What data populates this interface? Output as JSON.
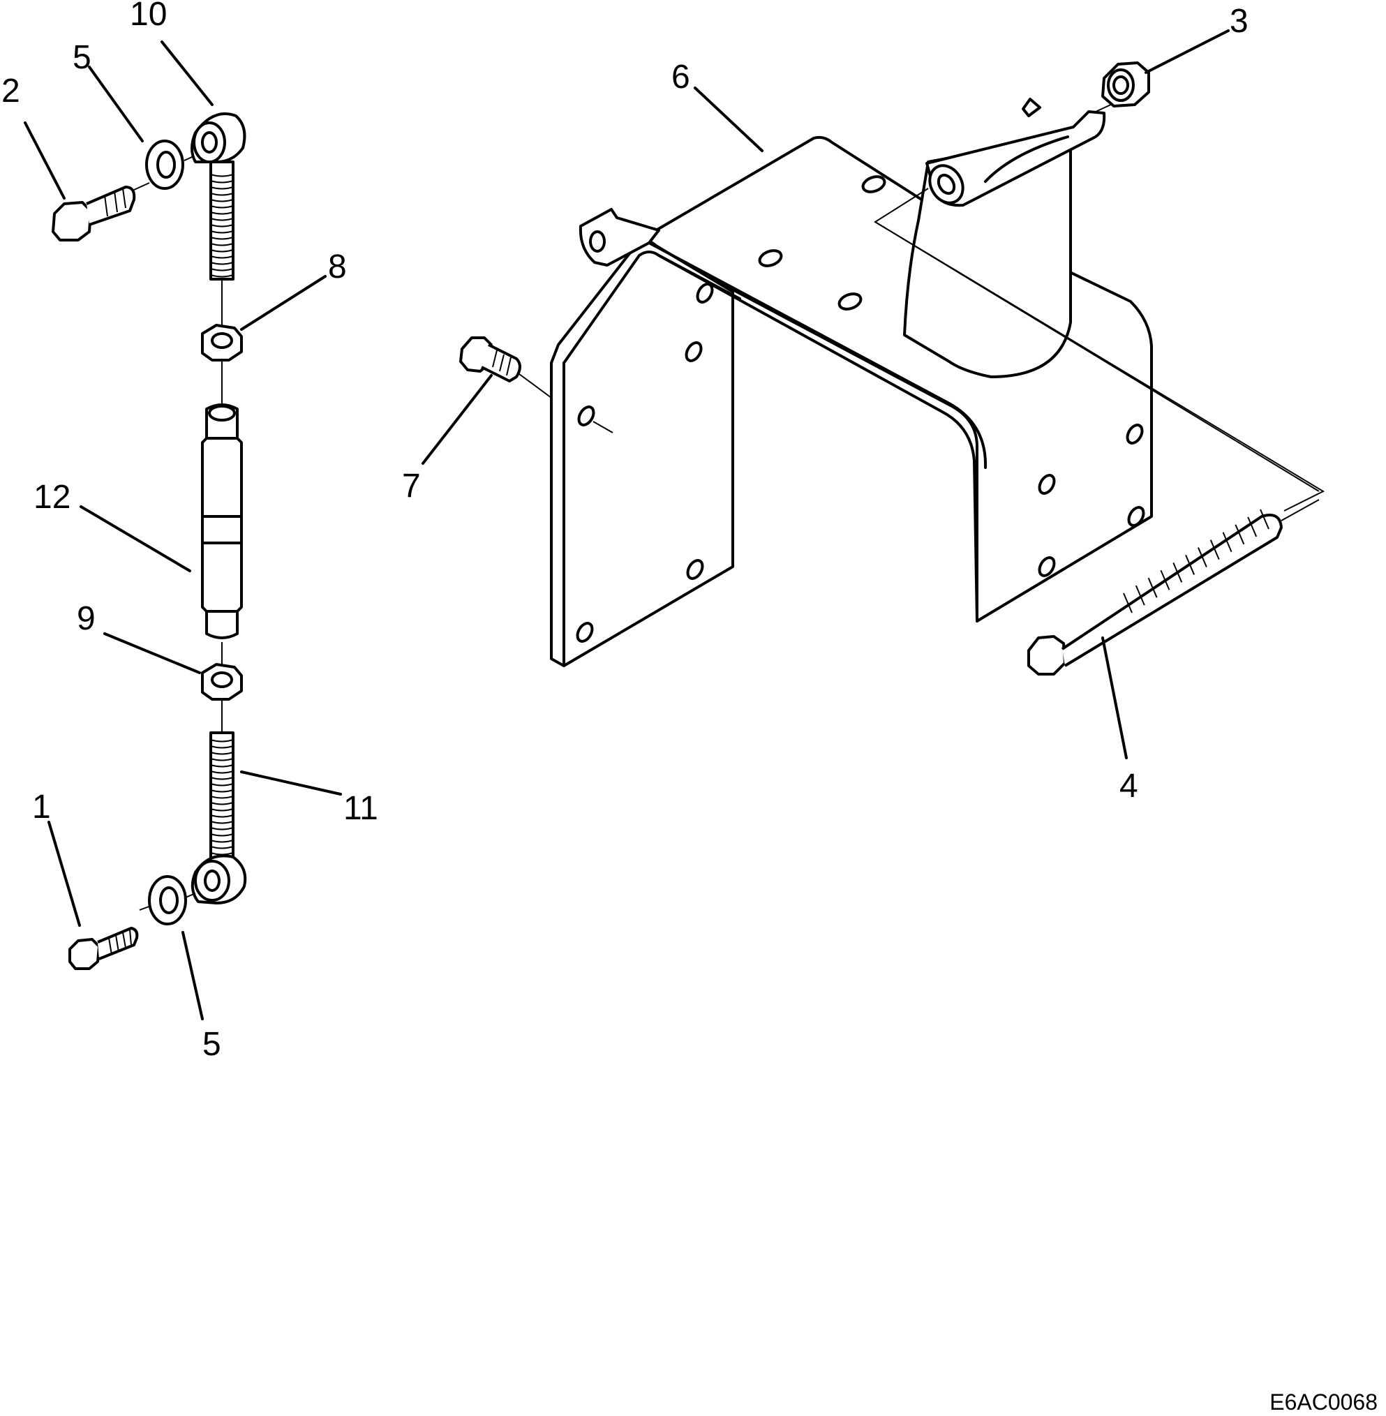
{
  "diagram": {
    "drawing_code": "E6AC0068",
    "callouts": {
      "c1": "1",
      "c2": "2",
      "c3": "3",
      "c4": "4",
      "c5a": "5",
      "c5b": "5",
      "c6": "6",
      "c7": "7",
      "c8": "8",
      "c9": "9",
      "c10": "10",
      "c11": "11",
      "c12": "12"
    }
  }
}
